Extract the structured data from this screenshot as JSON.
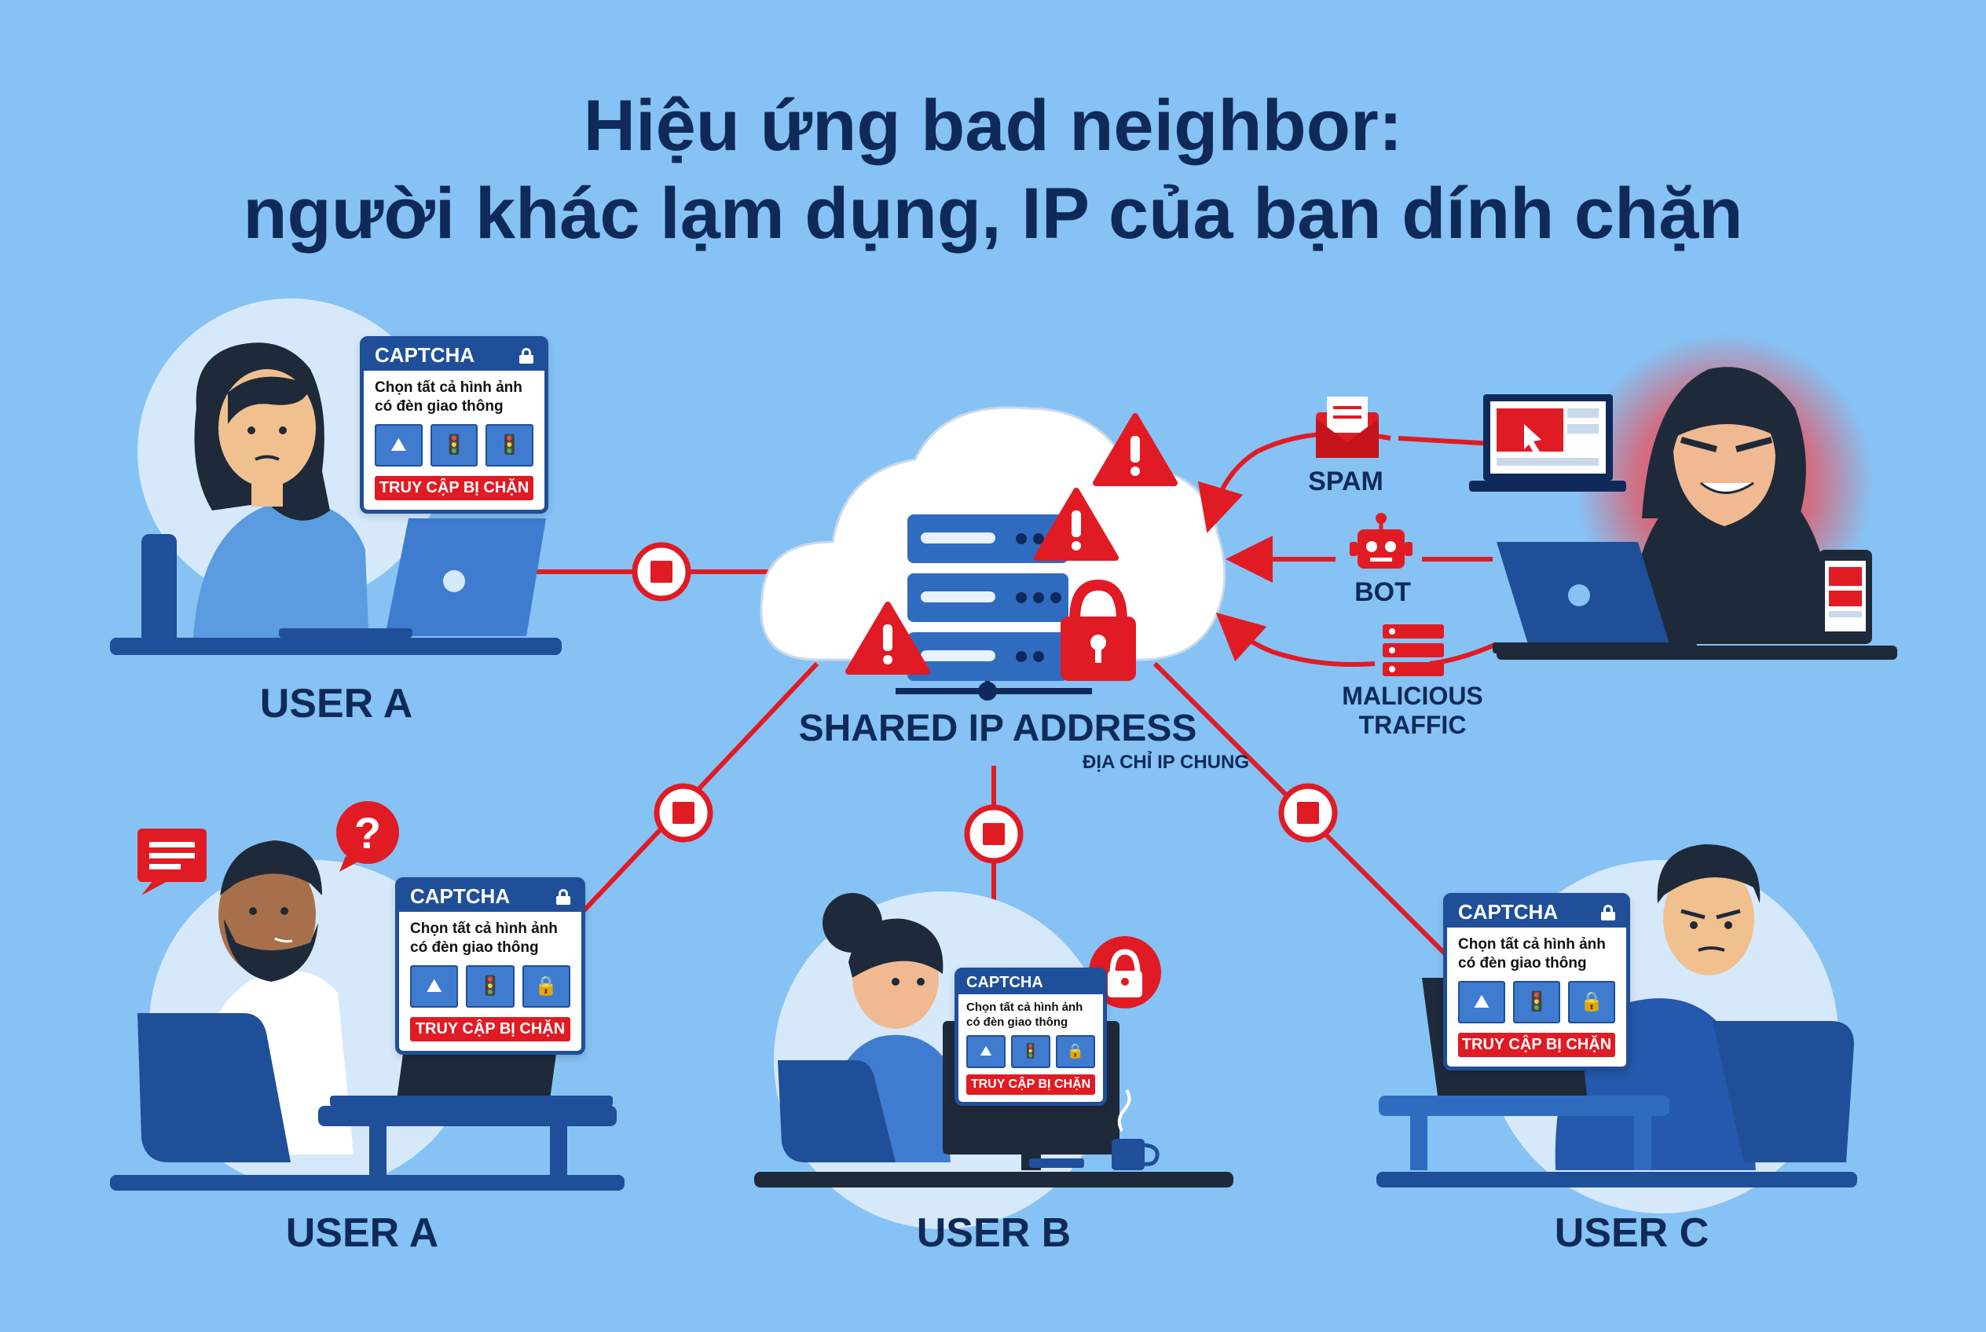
{
  "title": {
    "line1": "Hiệu ứng bad neighbor:",
    "line2": "người khác lạm dụng, IP của bạn dính chặn"
  },
  "center": {
    "label": "SHARED IP ADDRESS",
    "sublabel": "ĐỊA CHỈ IP CHUNG"
  },
  "sources": {
    "spam": "SPAM",
    "bot": "BOT",
    "malicious_line1": "MALICIOUS",
    "malicious_line2": "TRAFFIC"
  },
  "captcha": {
    "header": "CAPTCHA",
    "prompt_line1": "Chọn tất cả hình ảnh",
    "prompt_line2": "có đèn giao thông",
    "blocked": "TRUY CẬP BỊ CHẶN"
  },
  "users": {
    "top_left": "USER A",
    "bottom_left": "USER A",
    "bottom_center": "USER B",
    "bottom_right": "USER C"
  },
  "colors": {
    "background": "#86c2f4",
    "navy": "#0f2a5a",
    "blue": "#1f4f99",
    "alert_red": "#e01b24"
  }
}
